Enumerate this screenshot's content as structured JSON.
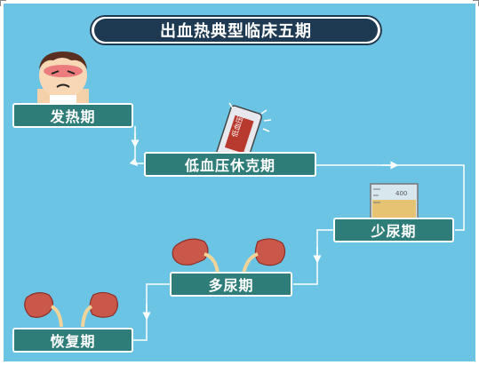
{
  "title": "出血热典型临床五期",
  "stages": [
    {
      "label": "发热期"
    },
    {
      "label": "低血压休克期"
    },
    {
      "label": "少尿期"
    },
    {
      "label": "多尿期"
    },
    {
      "label": "恢复期"
    }
  ],
  "thermometer_text": "低血压",
  "beaker_text": "400",
  "colors": {
    "background": "#6cc4e4",
    "title_bg": "#1e3a52",
    "stage_bg": "#2f7d78",
    "connector": "#ffffff",
    "kidney": "#c9584b"
  }
}
